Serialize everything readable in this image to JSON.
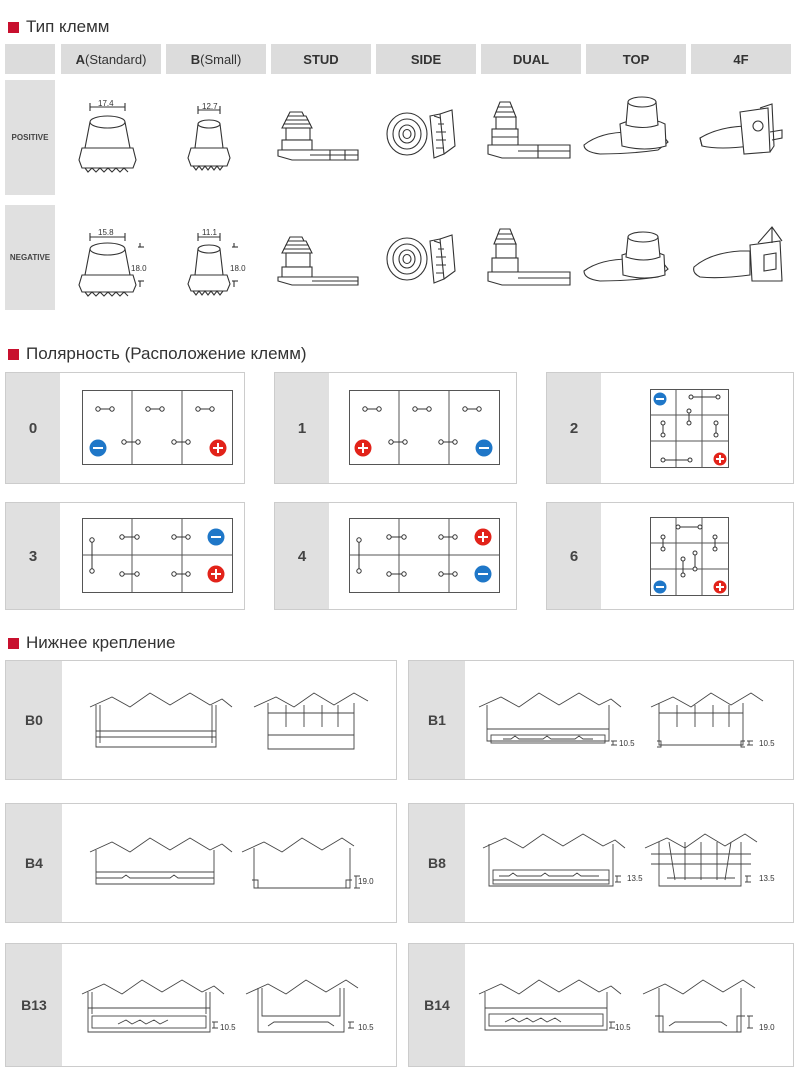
{
  "sections": {
    "terminals_title": "Тип клемм",
    "polarity_title": "Полярность (Расположение клемм)",
    "mounting_title": "Нижнее крепление"
  },
  "terminals": {
    "headers": [
      {
        "main": "A",
        "sub": "(Standard)"
      },
      {
        "main": "B",
        "sub": "(Small)"
      },
      {
        "main": "STUD",
        "sub": ""
      },
      {
        "main": "SIDE",
        "sub": ""
      },
      {
        "main": "DUAL",
        "sub": ""
      },
      {
        "main": "TOP",
        "sub": ""
      },
      {
        "main": "4F",
        "sub": ""
      }
    ],
    "rows": [
      "POSITIVE",
      "NEGATIVE"
    ],
    "dims": {
      "a_pos_width": "17.4",
      "b_pos_width": "12.7",
      "a_neg_width": "15.8",
      "b_neg_width": "11.1",
      "a_neg_height": "18.0",
      "b_neg_height": "18.0"
    }
  },
  "polarity": {
    "labels": [
      "0",
      "1",
      "2",
      "3",
      "4",
      "6"
    ]
  },
  "mounting": {
    "labels": [
      "B0",
      "B1",
      "B4",
      "B8",
      "B13",
      "B14"
    ],
    "dims": {
      "b1_left": "10.5",
      "b1_right": "10.5",
      "b4_right": "19.0",
      "b8_left": "13.5",
      "b8_right": "13.5",
      "b13_left": "10.5",
      "b13_right": "10.5",
      "b14_left": "10.5",
      "b14_right": "19.0"
    }
  },
  "colors": {
    "accent": "#c8102e",
    "positive": "#e2231a",
    "negative": "#1f77c8",
    "header_bg": "#dcdcdc"
  }
}
